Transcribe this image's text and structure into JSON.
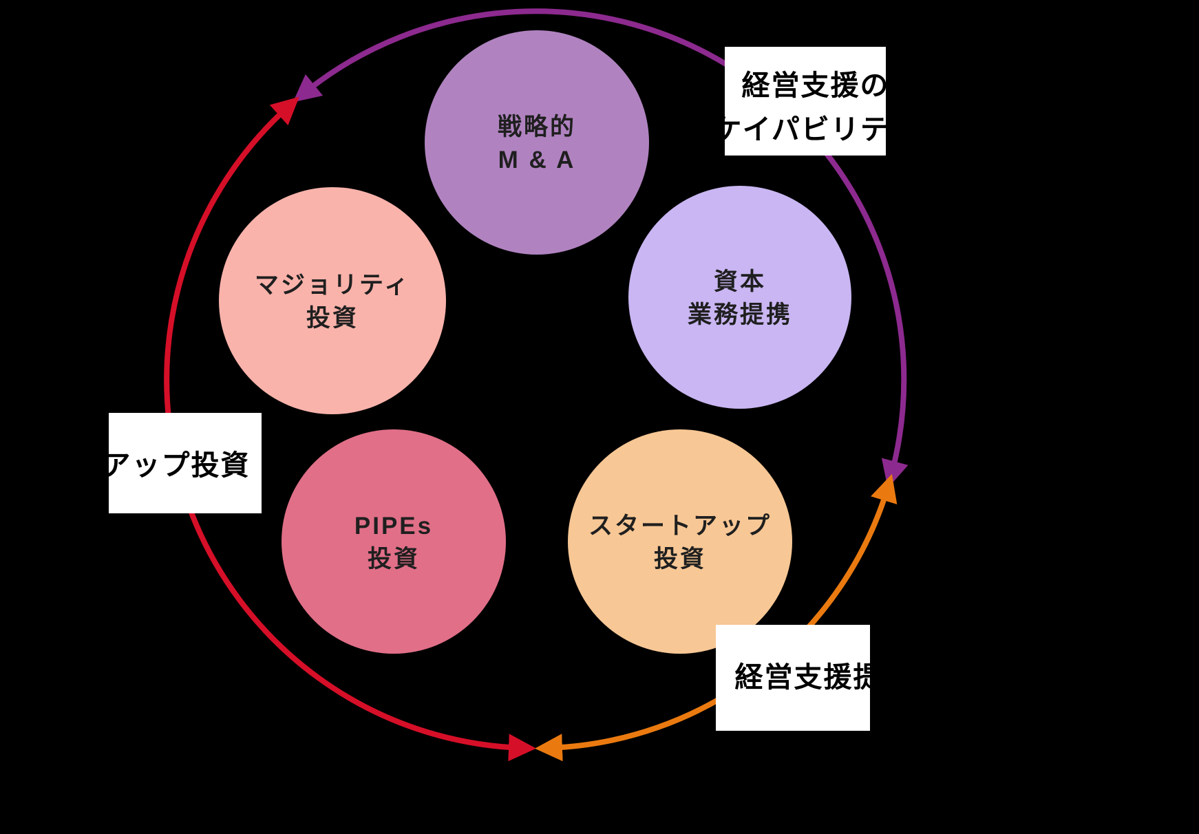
{
  "diagram": {
    "background_color": "#000000",
    "text_color": "#1f1f1f",
    "circles": [
      {
        "lines": [
          "戦略的",
          "M & A"
        ],
        "color": "#b083c0"
      },
      {
        "lines": [
          "マジョリティ",
          "投資"
        ],
        "color": "#f9b3ab"
      },
      {
        "lines": [
          "資本",
          "業務提携"
        ],
        "color": "#c9b6f2"
      },
      {
        "lines": [
          "PIPEs",
          "投資"
        ],
        "color": "#e16f88"
      },
      {
        "lines": [
          "スタートアップ",
          "投資"
        ],
        "color": "#f7c795"
      }
    ],
    "arrows": {
      "purple": {
        "color": "#8d2a8f"
      },
      "red": {
        "color": "#d60f28"
      },
      "orange": {
        "color": "#ea7a10"
      }
    },
    "labels": [
      {
        "lines": [
          "経営支援の",
          "ケイパビリティ"
        ],
        "bg": "#ffffff",
        "text_color": "#000000"
      },
      {
        "lines": [
          "アップ投資"
        ],
        "bg": "#ffffff",
        "text_color": "#000000"
      },
      {
        "lines": [
          "経営支援提"
        ],
        "bg": "#ffffff",
        "text_color": "#000000"
      }
    ]
  }
}
